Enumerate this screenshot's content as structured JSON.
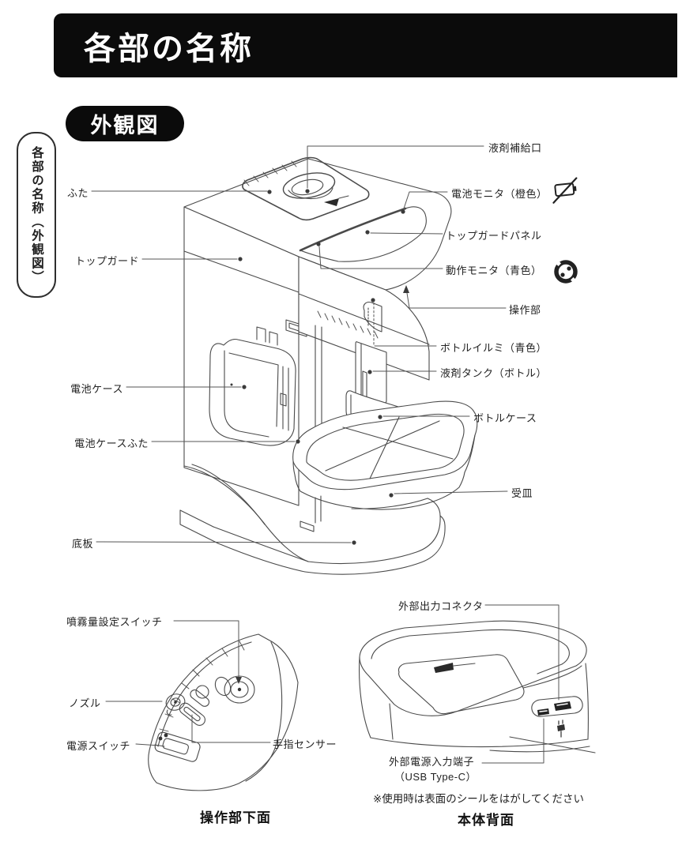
{
  "page": {
    "title": "各部の名称",
    "section_label": "外観図",
    "side_tab": "各部の名称（外観図）"
  },
  "main_diagram": {
    "labels_left": [
      {
        "id": "lid",
        "text": "ふた"
      },
      {
        "id": "top-guard",
        "text": "トップガード"
      },
      {
        "id": "battery-case",
        "text": "電池ケース"
      },
      {
        "id": "battery-case-lid",
        "text": "電池ケースふた"
      },
      {
        "id": "base-plate",
        "text": "底板"
      }
    ],
    "labels_right": [
      {
        "id": "refill-port",
        "text": "液剤補給口"
      },
      {
        "id": "battery-monitor",
        "text": "電池モニタ（橙色）",
        "icon": "battery-empty-icon"
      },
      {
        "id": "top-guard-panel",
        "text": "トップガードパネル"
      },
      {
        "id": "operation-monitor",
        "text": "動作モニタ（青色）",
        "icon": "mist-monitor-icon"
      },
      {
        "id": "operation-section",
        "text": "操作部"
      },
      {
        "id": "bottle-illumination",
        "text": "ボトルイルミ（青色）"
      },
      {
        "id": "liquid-tank",
        "text": "液剤タンク（ボトル）"
      },
      {
        "id": "bottle-case",
        "text": "ボトルケース"
      },
      {
        "id": "drip-tray",
        "text": "受皿"
      }
    ]
  },
  "bottom_left_diagram": {
    "caption": "操作部下面",
    "labels": [
      {
        "id": "spray-volume-switch",
        "text": "噴霧量設定スイッチ"
      },
      {
        "id": "nozzle",
        "text": "ノズル"
      },
      {
        "id": "power-switch",
        "text": "電源スイッチ"
      },
      {
        "id": "hand-sensor",
        "text": "手指センサー"
      }
    ]
  },
  "bottom_right_diagram": {
    "caption": "本体背面",
    "labels": [
      {
        "id": "ext-output-connector",
        "text": "外部出力コネクタ"
      },
      {
        "id": "ext-power-input",
        "text": "外部電源入力端子"
      },
      {
        "id": "usb-type-c",
        "text": "（USB Type-C）"
      }
    ],
    "note": "※使用時は表面のシールをはがしてください"
  },
  "colors": {
    "banner": "#0b0b0b",
    "ink": "#1f1f1f",
    "line": "#4a4a4a"
  }
}
